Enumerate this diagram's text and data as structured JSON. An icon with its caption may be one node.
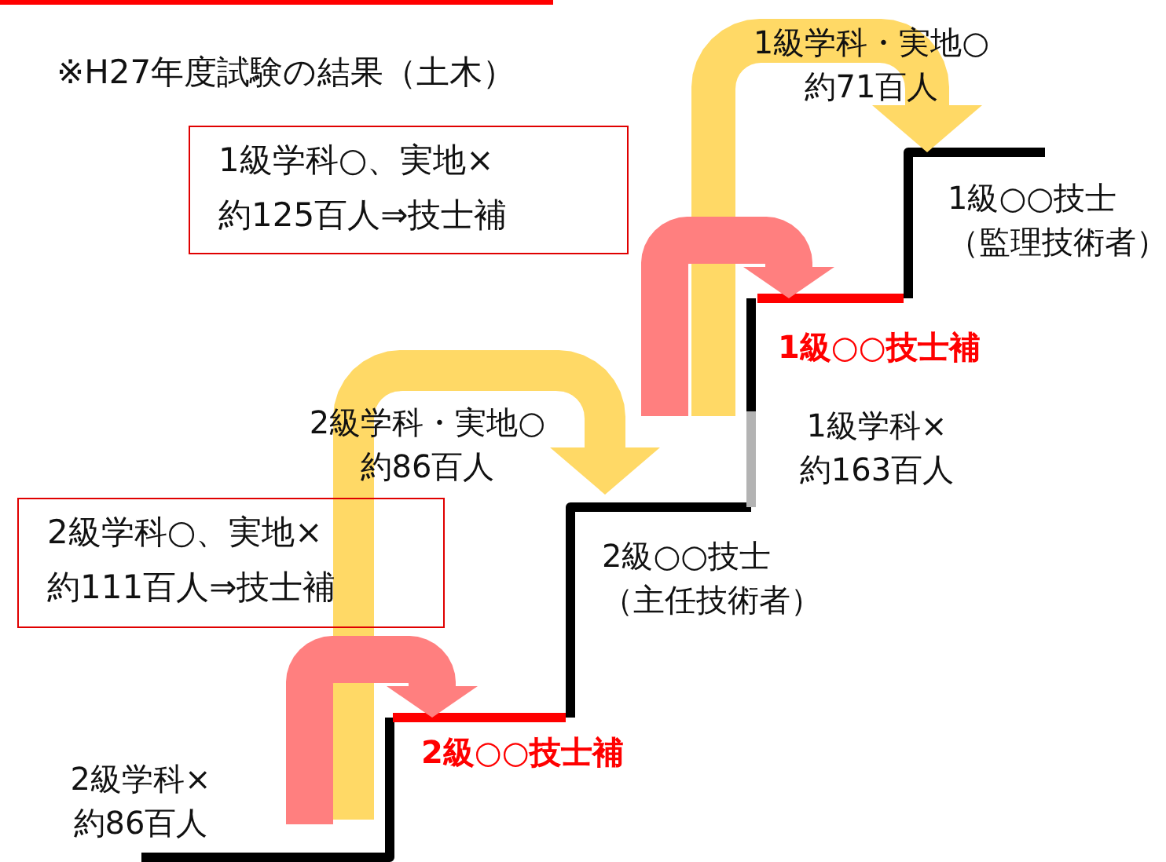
{
  "diagram": {
    "title": "※H27年度試験の結果（土木）",
    "nodes": [
      {
        "text": [
          "1級学科○、実地×約125百人⇒技士補"
        ]
      },
      {
        "text": [
          "2級学科○、実地×約111百人⇒技士補"
        ]
      },
      {
        "text": [
          "1級○○技士（監理技術者）"
        ]
      },
      {
        "text": [
          "1級○○技士補"
        ]
      },
      {
        "text": [
          "2級○○技士（主任技術者）"
        ]
      },
      {
        "text": [
          "2級○○技士補"
        ]
      }
    ],
    "edges": [
      {
        "from": null,
        "to": 2,
        "arrow": "to",
        "label": "1級学科・実地○約71百人",
        "color": "#ffd966"
      },
      {
        "from": null,
        "to": 3,
        "arrow": "to",
        "color": "#ff7f7f"
      },
      {
        "from": null,
        "to": 4,
        "arrow": "to",
        "label": "2級学科・実地○約86百人",
        "color": "#ffd966"
      },
      {
        "from": null,
        "to": 5,
        "arrow": "to",
        "color": "#ff7f7f"
      }
    ],
    "labels": [
      "1級学科×約163百人",
      "2級学科×約86百人"
    ]
  }
}
